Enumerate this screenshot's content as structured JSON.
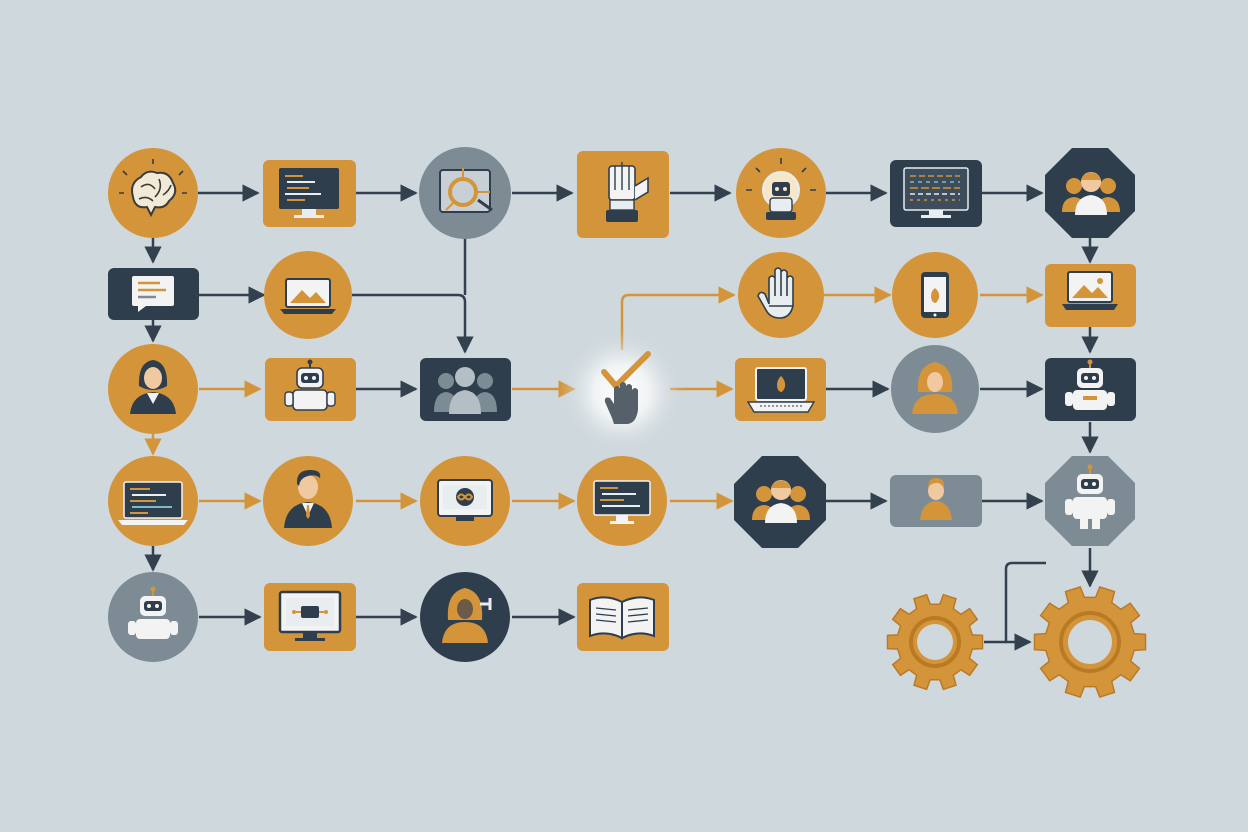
{
  "colors": {
    "background": "#cfd8dd",
    "accent_orange": "#d4953a",
    "dark_navy": "#2f3e4c",
    "slate_gray": "#7d8b94",
    "light_gray": "#e8edf0",
    "white": "#ffffff",
    "connector_dark": "#33414f",
    "connector_orange": "#d4953a"
  },
  "nodes": [
    {
      "id": "n1",
      "shape": "circle",
      "fill": "accent_orange",
      "icon": "brain-icon"
    },
    {
      "id": "n2",
      "shape": "rounded-square",
      "fill": "accent_orange",
      "icon": "monitor-code-icon"
    },
    {
      "id": "n3",
      "shape": "circle",
      "fill": "slate_gray",
      "icon": "circuit-tablet-icon"
    },
    {
      "id": "n4",
      "shape": "rounded-square",
      "fill": "accent_orange",
      "icon": "robot-hand-icon"
    },
    {
      "id": "n5",
      "shape": "circle",
      "fill": "accent_orange",
      "icon": "robot-idea-icon"
    },
    {
      "id": "n6",
      "shape": "rounded-square",
      "fill": "dark_navy",
      "icon": "monitor-code-icon"
    },
    {
      "id": "n7",
      "shape": "octagon",
      "fill": "dark_navy",
      "icon": "people-group-icon"
    },
    {
      "id": "n8",
      "shape": "rounded-square",
      "fill": "dark_navy",
      "icon": "document-icon"
    },
    {
      "id": "n9",
      "shape": "circle",
      "fill": "accent_orange",
      "icon": "laptop-image-icon"
    },
    {
      "id": "n10",
      "shape": "circle",
      "fill": "accent_orange",
      "icon": "robot-hand-icon"
    },
    {
      "id": "n11",
      "shape": "circle",
      "fill": "accent_orange",
      "icon": "smartphone-icon"
    },
    {
      "id": "n12",
      "shape": "rounded-square",
      "fill": "accent_orange",
      "icon": "laptop-image-icon"
    },
    {
      "id": "n13",
      "shape": "circle",
      "fill": "accent_orange",
      "icon": "person-woman-icon"
    },
    {
      "id": "n14",
      "shape": "rounded-square",
      "fill": "accent_orange",
      "icon": "robot-icon"
    },
    {
      "id": "n15",
      "shape": "rounded-square",
      "fill": "dark_navy",
      "icon": "people-group-icon"
    },
    {
      "id": "n16",
      "shape": "glow",
      "fill": "light_gray",
      "icon": "checkmark-hand-icon"
    },
    {
      "id": "n17",
      "shape": "rounded-square",
      "fill": "accent_orange",
      "icon": "laptop-icon"
    },
    {
      "id": "n18",
      "shape": "circle",
      "fill": "slate_gray",
      "icon": "person-hood-icon"
    },
    {
      "id": "n19",
      "shape": "rounded-square",
      "fill": "dark_navy",
      "icon": "robot-icon"
    },
    {
      "id": "n20",
      "shape": "circle",
      "fill": "accent_orange",
      "icon": "laptop-code-icon"
    },
    {
      "id": "n21",
      "shape": "circle",
      "fill": "accent_orange",
      "icon": "person-man-icon"
    },
    {
      "id": "n22",
      "shape": "circle",
      "fill": "accent_orange",
      "icon": "monitor-infinity-icon"
    },
    {
      "id": "n23",
      "shape": "circle",
      "fill": "accent_orange",
      "icon": "monitor-code-icon"
    },
    {
      "id": "n24",
      "shape": "octagon",
      "fill": "dark_navy",
      "icon": "people-group-icon"
    },
    {
      "id": "n25",
      "shape": "rounded-square",
      "fill": "slate_gray",
      "icon": "person-icon"
    },
    {
      "id": "n26",
      "shape": "octagon",
      "fill": "slate_gray",
      "icon": "robot-icon"
    },
    {
      "id": "n27",
      "shape": "circle",
      "fill": "slate_gray",
      "icon": "robot-icon"
    },
    {
      "id": "n28",
      "shape": "rounded-square",
      "fill": "accent_orange",
      "icon": "monitor-chip-icon"
    },
    {
      "id": "n29",
      "shape": "circle",
      "fill": "dark_navy",
      "icon": "person-hood-icon"
    },
    {
      "id": "n30",
      "shape": "rounded-square",
      "fill": "accent_orange",
      "icon": "open-book-icon"
    },
    {
      "id": "g1",
      "shape": "gear",
      "fill": "accent_orange",
      "icon": "gear-icon"
    },
    {
      "id": "g2",
      "shape": "gear",
      "fill": "accent_orange",
      "icon": "gear-icon"
    }
  ],
  "edges": [
    {
      "from": "n1",
      "to": "n2",
      "color": "connector_dark"
    },
    {
      "from": "n2",
      "to": "n3",
      "color": "connector_dark"
    },
    {
      "from": "n3",
      "to": "n4",
      "color": "connector_dark"
    },
    {
      "from": "n4",
      "to": "n5",
      "color": "connector_dark"
    },
    {
      "from": "n5",
      "to": "n6",
      "color": "connector_dark"
    },
    {
      "from": "n6",
      "to": "n7",
      "color": "connector_dark"
    },
    {
      "from": "n1",
      "to": "n8",
      "color": "connector_dark"
    },
    {
      "from": "n8",
      "to": "n9",
      "color": "connector_dark"
    },
    {
      "from": "n9",
      "to": "n15",
      "color": "connector_dark"
    },
    {
      "from": "n3",
      "to": "n15",
      "color": "connector_dark"
    },
    {
      "from": "n7",
      "to": "n12",
      "color": "connector_dark"
    },
    {
      "from": "n16",
      "to": "n10",
      "color": "connector_orange"
    },
    {
      "from": "n10",
      "to": "n11",
      "color": "connector_orange"
    },
    {
      "from": "n11",
      "to": "n12",
      "color": "connector_orange"
    },
    {
      "from": "n8",
      "to": "n13",
      "color": "connector_dark"
    },
    {
      "from": "n13",
      "to": "n14",
      "color": "connector_orange"
    },
    {
      "from": "n14",
      "to": "n15",
      "color": "connector_dark"
    },
    {
      "from": "n15",
      "to": "n16",
      "color": "connector_orange"
    },
    {
      "from": "n16",
      "to": "n17",
      "color": "connector_orange"
    },
    {
      "from": "n17",
      "to": "n18",
      "color": "connector_dark"
    },
    {
      "from": "n18",
      "to": "n19",
      "color": "connector_dark"
    },
    {
      "from": "n12",
      "to": "n19",
      "color": "connector_dark"
    },
    {
      "from": "n13",
      "to": "n20",
      "color": "connector_orange"
    },
    {
      "from": "n20",
      "to": "n21",
      "color": "connector_orange"
    },
    {
      "from": "n21",
      "to": "n22",
      "color": "connector_orange"
    },
    {
      "from": "n22",
      "to": "n23",
      "color": "connector_orange"
    },
    {
      "from": "n23",
      "to": "n24",
      "color": "connector_orange"
    },
    {
      "from": "n24",
      "to": "n25",
      "color": "connector_dark"
    },
    {
      "from": "n25",
      "to": "n26",
      "color": "connector_dark"
    },
    {
      "from": "n19",
      "to": "n26",
      "color": "connector_dark"
    },
    {
      "from": "n20",
      "to": "n27",
      "color": "connector_dark"
    },
    {
      "from": "n27",
      "to": "n28",
      "color": "connector_dark"
    },
    {
      "from": "n28",
      "to": "n29",
      "color": "connector_dark"
    },
    {
      "from": "n29",
      "to": "n30",
      "color": "connector_dark"
    },
    {
      "from": "n26",
      "to": "g2",
      "color": "connector_dark"
    },
    {
      "from": "g1",
      "to": "g2",
      "color": "connector_dark"
    }
  ]
}
